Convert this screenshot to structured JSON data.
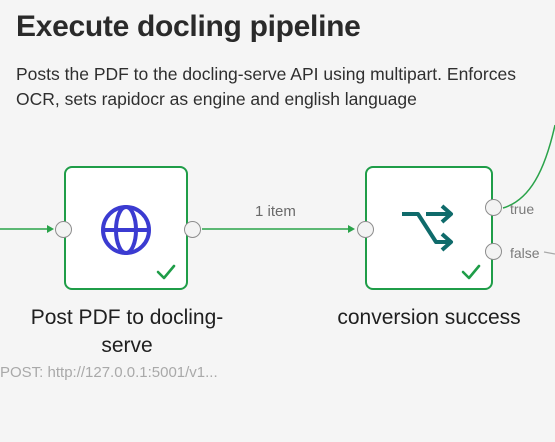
{
  "sticky_note": {
    "title": "Execute docling pipeline",
    "body": "Posts the PDF to the docling-serve API using multipart. Enforces OCR, sets rapidocr as engine and english language"
  },
  "nodes": {
    "http": {
      "label": "Post PDF to docling-serve",
      "subtitle": "POST: http://127.0.0.1:5001/v1...",
      "icon": "globe-icon",
      "status": "success"
    },
    "if": {
      "label": "conversion success",
      "icon": "split-arrows-icon",
      "status": "success",
      "outputs": {
        "true_label": "true",
        "false_label": "false"
      }
    }
  },
  "connections": {
    "http_to_if_label": "1 item"
  },
  "colors": {
    "node_border": "#1f9d48",
    "edge_success": "#2aa34a",
    "globe_icon": "#3b3bd1",
    "branch_icon": "#0f6b6b",
    "check": "#1f9d48"
  }
}
